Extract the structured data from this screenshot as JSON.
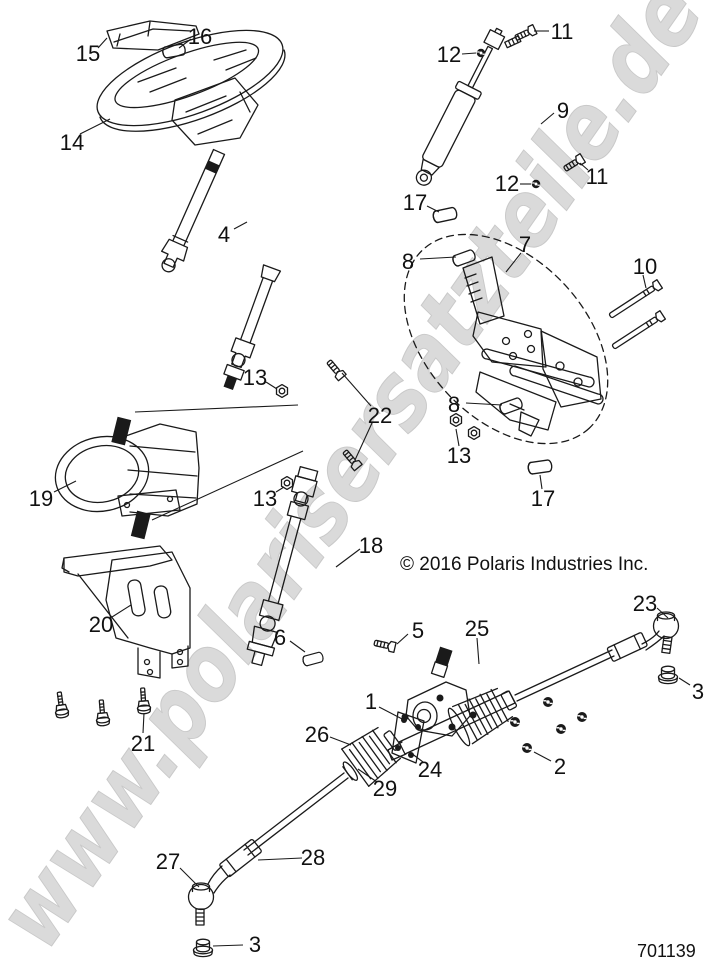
{
  "diagram": {
    "title_hidden": "",
    "watermark": "www.polarisersatzteile.de",
    "copyright": "© 2016 Polaris Industries Inc.",
    "part_number": "701139",
    "background_color": "#ffffff",
    "line_color": "#1a1a1a",
    "watermark_color": "#dadada",
    "callouts": [
      {
        "label": "15"
      },
      {
        "label": "16"
      },
      {
        "label": "14"
      },
      {
        "label": "12"
      },
      {
        "label": "11"
      },
      {
        "label": "9"
      },
      {
        "label": "12"
      },
      {
        "label": "11"
      },
      {
        "label": "17"
      },
      {
        "label": "8"
      },
      {
        "label": "7"
      },
      {
        "label": "10"
      },
      {
        "label": "4"
      },
      {
        "label": "13"
      },
      {
        "label": "22"
      },
      {
        "label": "8"
      },
      {
        "label": "13"
      },
      {
        "label": "17"
      },
      {
        "label": "19"
      },
      {
        "label": "13"
      },
      {
        "label": "18"
      },
      {
        "label": "20"
      },
      {
        "label": "6"
      },
      {
        "label": "5"
      },
      {
        "label": "25"
      },
      {
        "label": "23"
      },
      {
        "label": "3"
      },
      {
        "label": "1"
      },
      {
        "label": "26"
      },
      {
        "label": "2"
      },
      {
        "label": "24"
      },
      {
        "label": "29"
      },
      {
        "label": "21"
      },
      {
        "label": "27"
      },
      {
        "label": "28"
      },
      {
        "label": "3"
      }
    ]
  }
}
